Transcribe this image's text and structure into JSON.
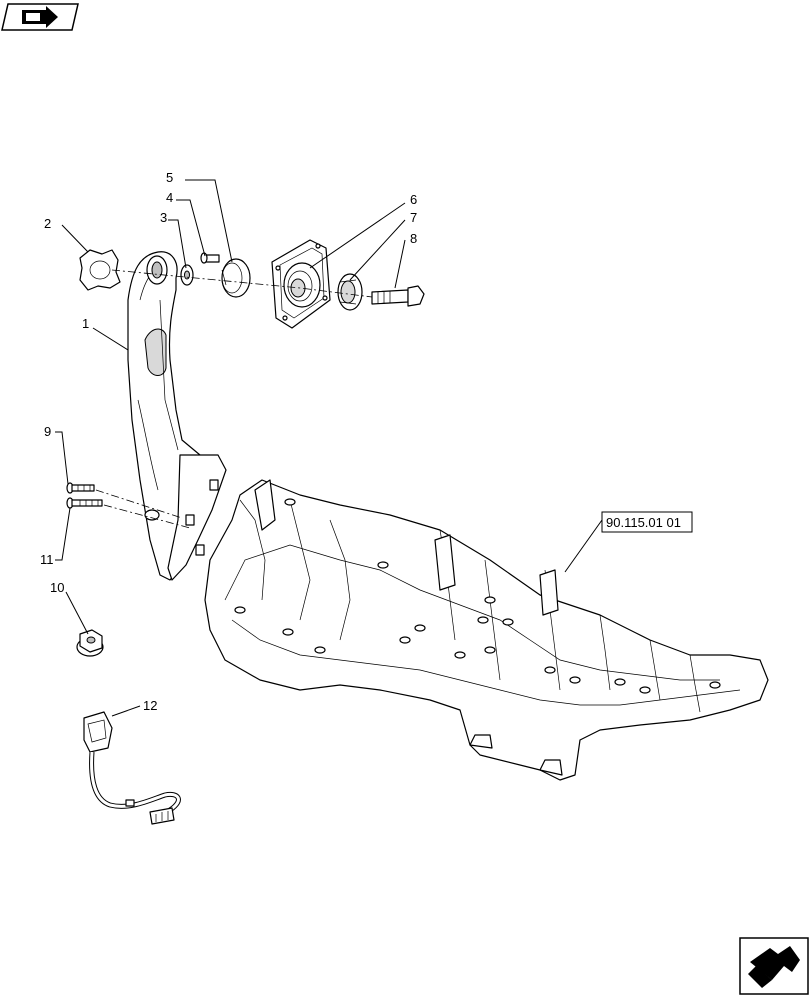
{
  "callouts": {
    "c1": "1",
    "c2": "2",
    "c3": "3",
    "c4": "4",
    "c5": "5",
    "c6": "6",
    "c7": "7",
    "c8": "8",
    "c9": "9",
    "c10": "10",
    "c11": "11",
    "c12": "12"
  },
  "reference_label": "90.115.01  01",
  "icons": {
    "top_left": "book-arrow-icon",
    "bottom_right": "next-page-arrow-icon"
  }
}
